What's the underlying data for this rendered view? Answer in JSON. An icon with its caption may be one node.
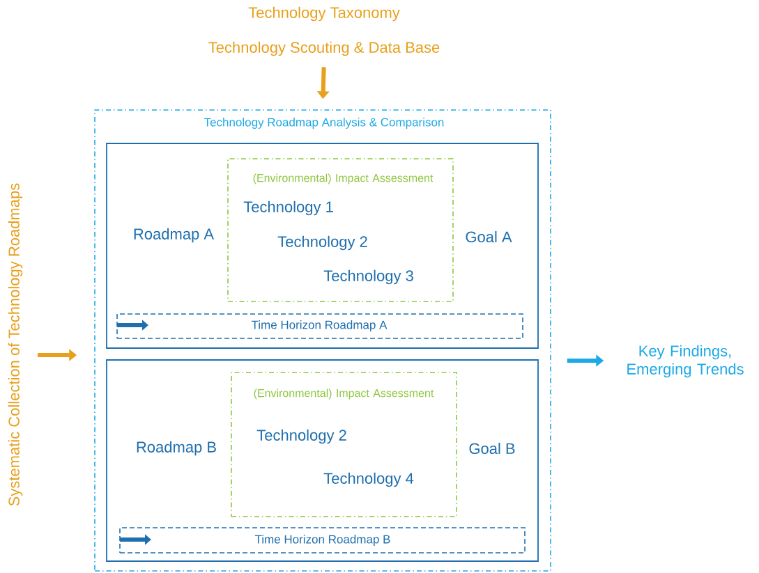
{
  "diagram": {
    "nodes": [
      {
        "text": [
          "Technology Taxonomy",
          "Technology Scouting & Data Base"
        ]
      },
      {
        "text": [
          "Technology Roadmap Analysis & Comparison"
        ]
      },
      {
        "text": [
          "Roadmap A",
          "Goal A"
        ],
        "in": 1
      },
      {
        "text": [
          "(Environmental) Impact Assessment",
          "Technology 1",
          "Technology 2",
          "Technology 3"
        ],
        "in": 2
      },
      {
        "text": [
          "Time Horizon Roadmap A"
        ],
        "in": 2
      },
      {
        "text": [
          "Roadmap B",
          "Goal B"
        ],
        "in": 1
      },
      {
        "text": [
          "(Environmental) Impact Assessment",
          "Technology 2",
          "Technology 4"
        ],
        "in": 5
      },
      {
        "text": [
          "Time Horizon Roadmap B"
        ],
        "in": 5
      },
      {
        "text": [
          "Systematic Collection of Technology Roadmaps"
        ]
      },
      {
        "text": [
          "Key Findings, Emerging Trends"
        ]
      }
    ],
    "edges": [
      {
        "from": 0,
        "to": 1,
        "arrow": "to"
      },
      {
        "from": 8,
        "to": 1,
        "arrow": "to"
      },
      {
        "from": 1,
        "to": 9,
        "arrow": "to",
        "color": "#1ca9e6"
      }
    ]
  }
}
